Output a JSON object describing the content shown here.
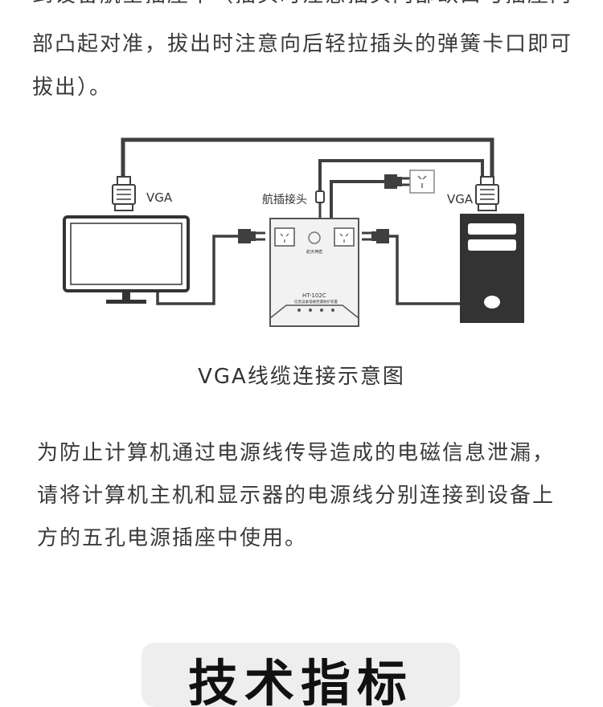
{
  "intro": {
    "line_clipped": "到设备航空插座中（插头时注意插头内部缺口与插座内",
    "line2": "部凸起对准，拔出时注意向后轻拉插头的弹簧卡口即可",
    "line3": "拔出）。"
  },
  "diagram": {
    "label_vga_left": "VGA",
    "label_aviation_plug": "航插接头",
    "label_vga_right": "VGA",
    "device_model": "HT-102C",
    "device_subtitle": "信息设备电磁泄漏防护装置",
    "device_brand": "航天神盾",
    "colors": {
      "line": "#3f3f3f",
      "device_body": "#f2f2f2",
      "tower": "#333333"
    }
  },
  "caption": "VGA线缆连接示意图",
  "notice": {
    "line1": "为防止计算机通过电源线传导造成的电磁信息泄漏，",
    "line2": "请将计算机主机和显示器的电源线分别连接到设备上",
    "line3": "方的五孔电源插座中使用。"
  },
  "section_heading": "技术指标"
}
